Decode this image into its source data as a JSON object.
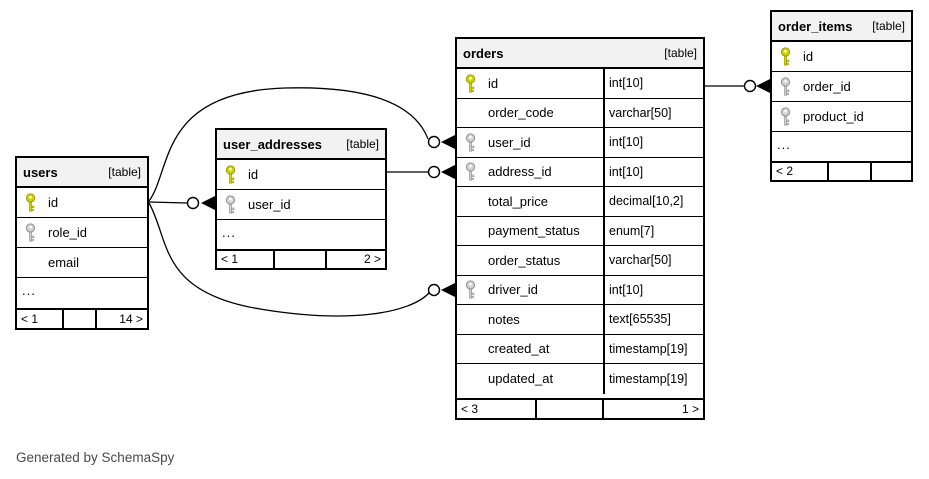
{
  "note": "Generated by SchemaSpy",
  "colors": {
    "primary_key": "#d4d400",
    "primary_key_stroke": "#9a9a00",
    "foreign_key": "#d2d2d2",
    "foreign_key_stroke": "#8f8f8f",
    "header_bg": "#f2f2f2",
    "border": "#000000",
    "note_text": "#4a4a4a"
  },
  "tables": [
    {
      "name": "users",
      "badge": "[table]",
      "columns": [
        {
          "name": "id",
          "key": "primary",
          "type": ""
        },
        {
          "name": "role_id",
          "key": "foreign",
          "type": ""
        },
        {
          "name": "email",
          "key": "none",
          "type": ""
        },
        {
          "name": "...",
          "key": "ellipsis",
          "type": ""
        }
      ],
      "footer": [
        "< 1",
        "",
        "14 >"
      ]
    },
    {
      "name": "user_addresses",
      "badge": "[table]",
      "columns": [
        {
          "name": "id",
          "key": "primary",
          "type": ""
        },
        {
          "name": "user_id",
          "key": "foreign",
          "type": ""
        },
        {
          "name": "...",
          "key": "ellipsis",
          "type": ""
        }
      ],
      "footer": [
        "< 1",
        "",
        "2 >"
      ]
    },
    {
      "name": "orders",
      "badge": "[table]",
      "columns": [
        {
          "name": "id",
          "key": "primary",
          "type": "int[10]"
        },
        {
          "name": "order_code",
          "key": "none",
          "type": "varchar[50]"
        },
        {
          "name": "user_id",
          "key": "foreign",
          "type": "int[10]"
        },
        {
          "name": "address_id",
          "key": "foreign",
          "type": "int[10]"
        },
        {
          "name": "total_price",
          "key": "none",
          "type": "decimal[10,2]"
        },
        {
          "name": "payment_status",
          "key": "none",
          "type": "enum[7]"
        },
        {
          "name": "order_status",
          "key": "none",
          "type": "varchar[50]"
        },
        {
          "name": "driver_id",
          "key": "foreign",
          "type": "int[10]"
        },
        {
          "name": "notes",
          "key": "none",
          "type": "text[65535]"
        },
        {
          "name": "created_at",
          "key": "none",
          "type": "timestamp[19]"
        },
        {
          "name": "updated_at",
          "key": "none",
          "type": "timestamp[19]"
        }
      ],
      "footer": [
        "< 3",
        "",
        "1 >"
      ]
    },
    {
      "name": "order_items",
      "badge": "[table]",
      "columns": [
        {
          "name": "id",
          "key": "primary",
          "type": ""
        },
        {
          "name": "order_id",
          "key": "foreign",
          "type": ""
        },
        {
          "name": "product_id",
          "key": "foreign",
          "type": ""
        },
        {
          "name": "...",
          "key": "ellipsis",
          "type": ""
        }
      ],
      "footer": [
        "< 2",
        "",
        ""
      ]
    }
  ],
  "relationships": [
    {
      "from": "users.id",
      "to": "user_addresses.user_id"
    },
    {
      "from": "users.id",
      "to": "orders.user_id"
    },
    {
      "from": "users.id",
      "to": "orders.driver_id"
    },
    {
      "from": "user_addresses.id",
      "to": "orders.address_id"
    },
    {
      "from": "orders.id",
      "to": "order_items.order_id"
    }
  ]
}
